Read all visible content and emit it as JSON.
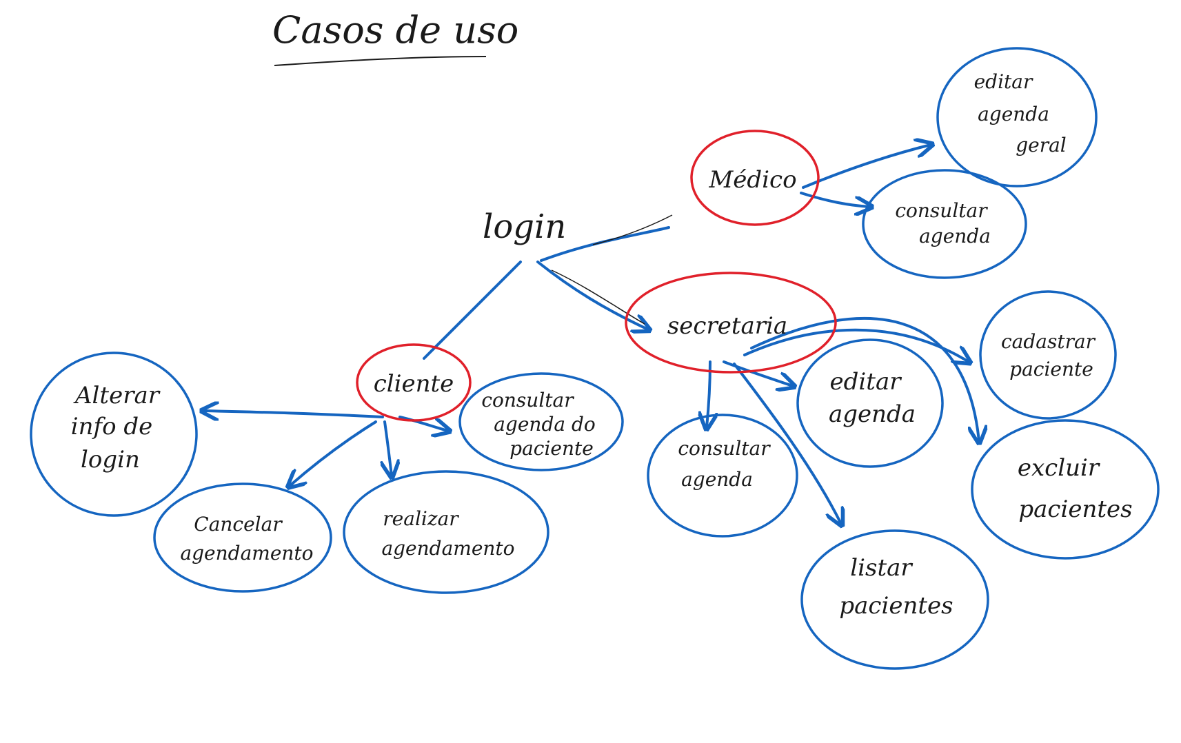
{
  "title": "Casos de uso",
  "root": {
    "label": "login"
  },
  "actors": {
    "cliente": "cliente",
    "medico": "Médico",
    "secretaria": "secretaria"
  },
  "use_cases": {
    "alterar_info_login": [
      "Alterar",
      "info de",
      "login"
    ],
    "cancelar_agendamento": [
      "Cancelar",
      "agendamento"
    ],
    "realizar_agendamento": [
      "realizar",
      "agendamento"
    ],
    "consultar_agenda_paciente": [
      "consultar",
      "agenda do",
      "paciente"
    ],
    "consultar_agenda_sec": [
      "consultar",
      "agenda"
    ],
    "editar_agenda_sec": [
      "editar",
      "agenda"
    ],
    "listar_pacientes": [
      "listar",
      "pacientes"
    ],
    "cadastrar_paciente": [
      "cadastrar",
      "paciente"
    ],
    "excluir_pacientes": [
      "excluir",
      "pacientes"
    ],
    "editar_agenda_geral": [
      "editar",
      "agenda",
      "geral"
    ],
    "consultar_agenda_med": [
      "consultar",
      "agenda"
    ]
  },
  "colors": {
    "actor_outline": "#e0202a",
    "usecase_outline": "#1565c0",
    "arrow": "#1565c0",
    "ink": "#1a1a1a"
  }
}
